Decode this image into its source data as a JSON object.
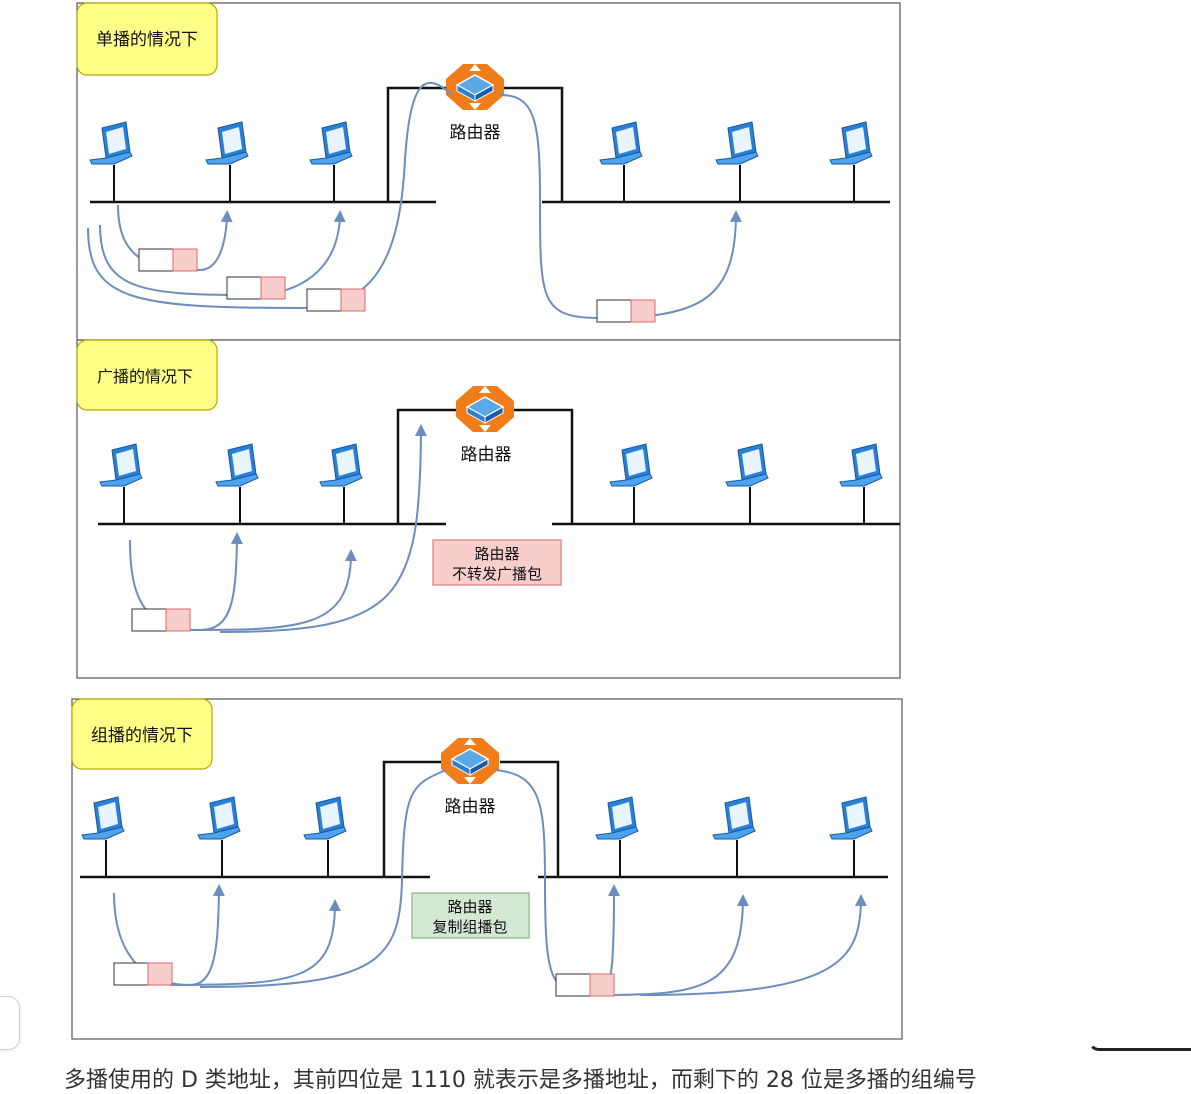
{
  "panels": [
    {
      "id": "unicast",
      "title": "单播的情况下",
      "router_label": "路由器",
      "note": null
    },
    {
      "id": "broadcast",
      "title": "广播的情况下",
      "router_label": "路由器",
      "note": {
        "line1": "路由器",
        "line2": "不转发广播包",
        "color": "#f8cecc",
        "border": "#e07b7b"
      }
    },
    {
      "id": "multicast",
      "title": "组播的情况下",
      "router_label": "路由器",
      "note": {
        "line1": "路由器",
        "line2": "复制组播包",
        "color": "#d5e8d4",
        "border": "#88b57a"
      }
    }
  ],
  "colors": {
    "title_bg": "#ffff88",
    "title_border": "#b5a800",
    "path": "#6c8ebf",
    "router_bg": "#f07d1a",
    "packet_red": "#f8cecc",
    "packet_red_border": "#e06666"
  },
  "caption": "多播使用的 D 类地址，其前四位是 1110 就表示是多播地址，而剩下的 28 位是多播的组编号"
}
